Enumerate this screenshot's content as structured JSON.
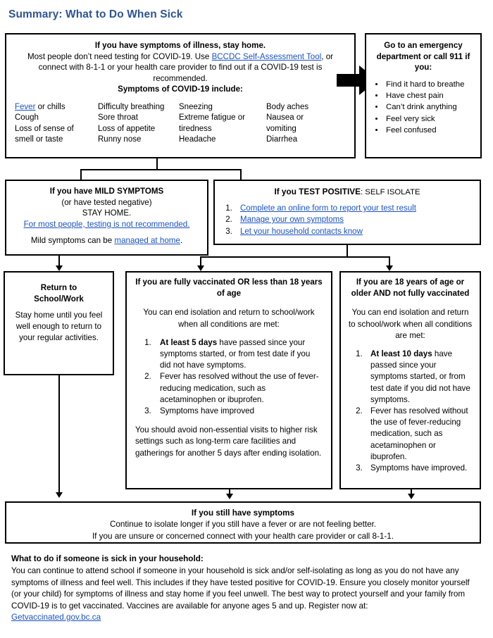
{
  "title": "Summary: What to Do When Sick",
  "colors": {
    "title": "#2f5496",
    "link": "#1a52c4",
    "border": "#000000"
  },
  "symptom_box": {
    "line1": "If you have symptoms of illness, stay home.",
    "line2_pre": "Most people don’t need testing for COVID-19. Use ",
    "line2_link": "BCCDC Self-Assessment Tool",
    "line2_post": ", or connect with 8-1-1 or your health care provider to find out if a COVID-19 test is recommended.",
    "line3": "Symptoms of COVID-19 include:",
    "columns": [
      {
        "link": "Fever",
        "items": [
          "Fever or chills",
          "Cough",
          "Loss of sense of",
          "smell or taste"
        ]
      },
      {
        "items": [
          "Difficulty breathing",
          "Sore throat",
          "Loss of appetite",
          "Runny nose"
        ]
      },
      {
        "items": [
          "Sneezing",
          "Extreme fatigue or",
          "tiredness",
          "Headache"
        ]
      },
      {
        "items": [
          "Body aches",
          "Nausea or",
          "vomiting",
          "Diarrhea"
        ]
      }
    ],
    "col1_line1_rest": " or chills",
    "col1_rest": [
      "Cough",
      "Loss of sense of",
      "smell or taste"
    ],
    "col2": [
      "Difficulty breathing",
      "Sore throat",
      "Loss of appetite",
      "Runny nose"
    ],
    "col3": [
      "Sneezing",
      "Extreme fatigue or",
      "tiredness",
      "Headache"
    ],
    "col4": [
      "Body aches",
      "Nausea or",
      "vomiting",
      "Diarrhea"
    ]
  },
  "emergency_box": {
    "heading": "Go to an emergency department or call 911 if you:",
    "items": [
      "Find it hard to breathe",
      "Have chest pain",
      "Can’t drink anything",
      "Feel very sick",
      "Feel confused"
    ]
  },
  "mild_box": {
    "heading": "If you have MILD SYMPTOMS",
    "line2": "(or have tested negative)",
    "line3": "STAY HOME.",
    "link1": "For most people, testing is not recommended.",
    "line5_pre": "Mild symptoms can be ",
    "line5_link": "managed at home",
    "line5_post": "."
  },
  "positive_box": {
    "heading_bold": "If you TEST POSITIVE",
    "heading_rest": ": SELF ISOLATE",
    "items": [
      "Complete an online form to report your test result",
      "Manage your own symptoms",
      "Let your household contacts know"
    ]
  },
  "return_box": {
    "heading_line1": "Return to",
    "heading_line2": "School/Work",
    "body": "Stay home until you feel well enough to return to your regular activities."
  },
  "vax_box": {
    "heading": "If you are fully vaccinated OR less than 18 years of age",
    "intro": "You can end isolation and return to school/work when all conditions are met:",
    "items": [
      {
        "bold": "At least 5 days",
        "rest": " have passed since your symptoms started, or from test date if you did not have symptoms."
      },
      {
        "bold": "",
        "rest": "Fever has resolved without the use of fever-reducing medication, such as acetaminophen or ibuprofen."
      },
      {
        "bold": "",
        "rest": "Symptoms have improved"
      }
    ],
    "outro": "You should avoid non-essential visits to higher risk settings such as long-term care facilities and gatherings for another 5 days after ending isolation."
  },
  "novax_box": {
    "heading": "If you are 18 years of age or older AND not fully vaccinated",
    "intro": "You can end isolation and return to school/work when all conditions are met:",
    "items": [
      {
        "bold": "At least 10 days",
        "rest": " have passed since your symptoms started, or from test date if you did not have symptoms."
      },
      {
        "bold": "",
        "rest": "Fever has resolved without the use of fever-reducing medication, such as acetaminophen or ibuprofen."
      },
      {
        "bold": "",
        "rest": "Symptoms have improved."
      }
    ]
  },
  "still_box": {
    "heading": "If you still have symptoms",
    "line2": "Continue to isolate longer if you still have a fever or are not feeling better.",
    "line3": "If you are unsure or concerned connect with your health care provider or call 8-1-1."
  },
  "footer": {
    "heading": "What to do if someone is sick in your household:",
    "body": "You can continue to attend school if someone in your household is sick and/or self-isolating as long as you do not have any symptoms of illness and feel well. This includes if they have tested positive for COVID-19. Ensure you closely monitor yourself (or your child) for symptoms of illness and stay home if you feel unwell. The best way to protect yourself and your family from COVID-19 is to get vaccinated. Vaccines are available for anyone ages 5 and up. Register now at:",
    "link": "Getvaccinated.gov.bc.ca"
  }
}
